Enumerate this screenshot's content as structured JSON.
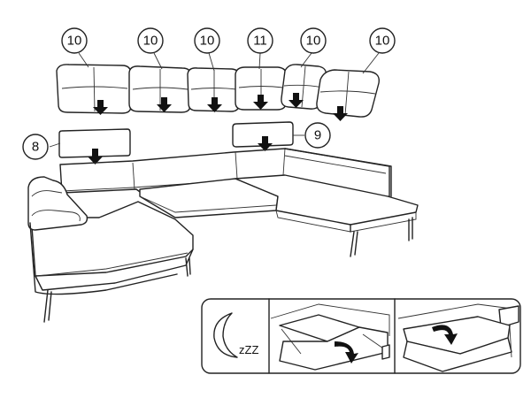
{
  "callouts": {
    "c1": "10",
    "c2": "10",
    "c3": "10",
    "c4": "11",
    "c5": "10",
    "c6": "10",
    "c7": "8",
    "c8": "9"
  },
  "sleep_panel": {
    "zzz": "zZZ",
    "icon": "moon-icon"
  },
  "colors": {
    "line": "#222222",
    "background": "#ffffff"
  }
}
